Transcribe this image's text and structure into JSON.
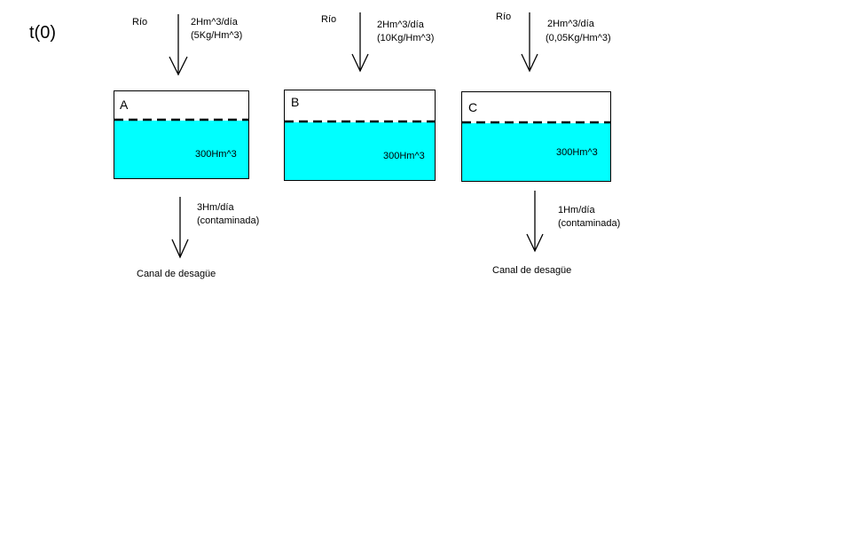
{
  "title": "t(0)",
  "colors": {
    "water": "#00ffff",
    "stroke": "#000000",
    "background": "#ffffff"
  },
  "tanks": [
    {
      "label": "A",
      "volume": "300Hm^3",
      "inflow": {
        "source": "Río",
        "rate": "2Hm^3/día",
        "concentration": "(5Kg/Hm^3)"
      },
      "outflow": {
        "rate": "3Hm/día",
        "note": "(contaminada)",
        "destination": "Canal de desagüe"
      }
    },
    {
      "label": "B",
      "volume": "300Hm^3",
      "inflow": {
        "source": "Río",
        "rate": "2Hm^3/día",
        "concentration": "(10Kg/Hm^3)"
      }
    },
    {
      "label": "C",
      "volume": "300Hm^3",
      "inflow": {
        "source": "Río",
        "rate": "2Hm^3/día",
        "concentration": "(0,05Kg/Hm^3)"
      },
      "outflow": {
        "rate": "1Hm/día",
        "note": "(contaminada)",
        "destination": "Canal de desagüe"
      }
    }
  ]
}
